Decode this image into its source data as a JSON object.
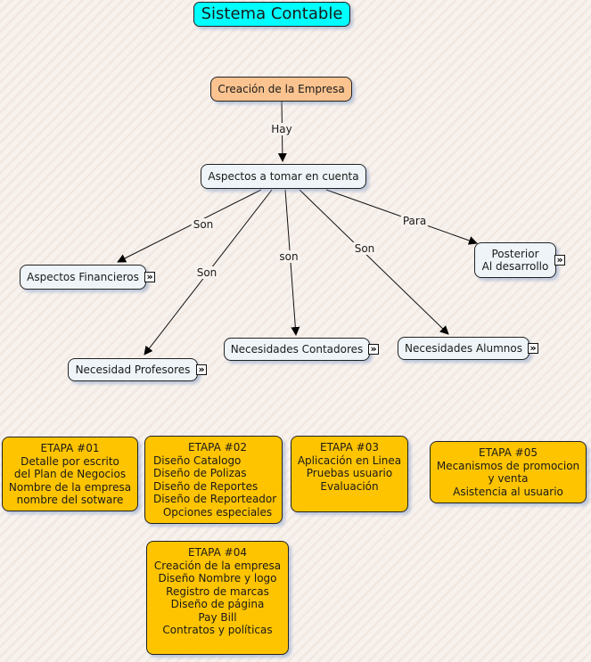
{
  "title": "Sistema Contable",
  "root": "Creación de la Empresa",
  "hub": "Aspectos a tomar en cuenta",
  "link_labels": {
    "hay": "Hay",
    "son_financieros": "Son",
    "son_profesores": "Son",
    "son_contadores": "son",
    "son_alumnos": "Son",
    "para_posterior": "Para"
  },
  "concepts": {
    "financieros": "Aspectos Financieros",
    "profesores": "Necesidad Profesores",
    "contadores": "Necesidades Contadores",
    "alumnos": "Necesidades Alumnos",
    "posterior_1": "Posterior",
    "posterior_2": "Al desarrollo"
  },
  "expand_icon_glyph": "»",
  "etapas": [
    {
      "header": "ETAPA #01",
      "lines": [
        "Detalle por escrito",
        "del Plan de Negocios",
        "Nombre de la empresa",
        "nombre del sotware"
      ]
    },
    {
      "header": "ETAPA #02",
      "lines": [
        "Diseño Catalogo",
        "Diseño de Polizas",
        "Diseño de Reportes",
        "Diseño de Reporteador",
        "Opciones especiales"
      ]
    },
    {
      "header": "ETAPA #03",
      "lines": [
        "Aplicación en Linea",
        "Pruebas usuario",
        "Evaluación"
      ]
    },
    {
      "header": "ETAPA #04",
      "lines": [
        "Creación de la empresa",
        "Diseño Nombre y logo",
        "Registro de marcas",
        "Diseño de página",
        "Pay Bill",
        "Contratos y políticas"
      ]
    },
    {
      "header": "ETAPA #05",
      "lines": [
        "Mecanismos de promocion",
        "y venta",
        "Asistencia al usuario"
      ]
    }
  ],
  "colors": {
    "title_bg": "#00ffff",
    "root_bg": "#fbc38f",
    "concept_bg": "#eef4f7",
    "etapa_bg": "#ffc400"
  }
}
